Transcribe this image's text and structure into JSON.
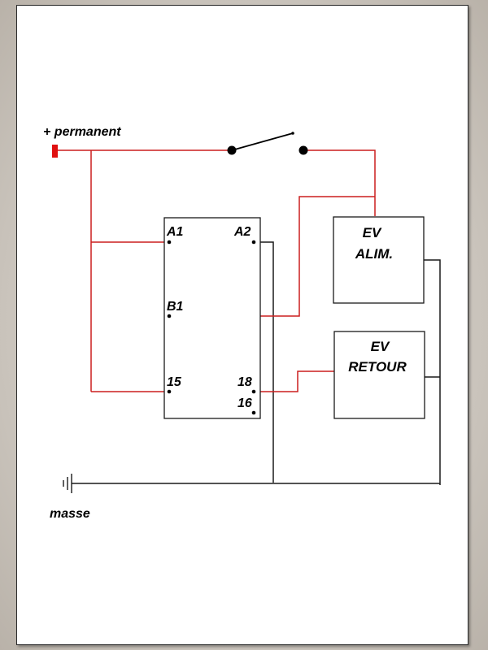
{
  "labels": {
    "power": "+ permanent",
    "ground": "masse"
  },
  "relay": {
    "pin_a1": "A1",
    "pin_a2": "A2",
    "pin_b1": "B1",
    "pin_15": "15",
    "pin_18": "18",
    "pin_16": "16"
  },
  "valve_supply": {
    "line1": "EV",
    "line2": "ALIM."
  },
  "valve_return": {
    "line1": "EV",
    "line2": "RETOUR"
  },
  "colors": {
    "live_wire": "#cc1f1f",
    "ground_wire": "#1a1a1a",
    "terminal": "#e01010"
  }
}
